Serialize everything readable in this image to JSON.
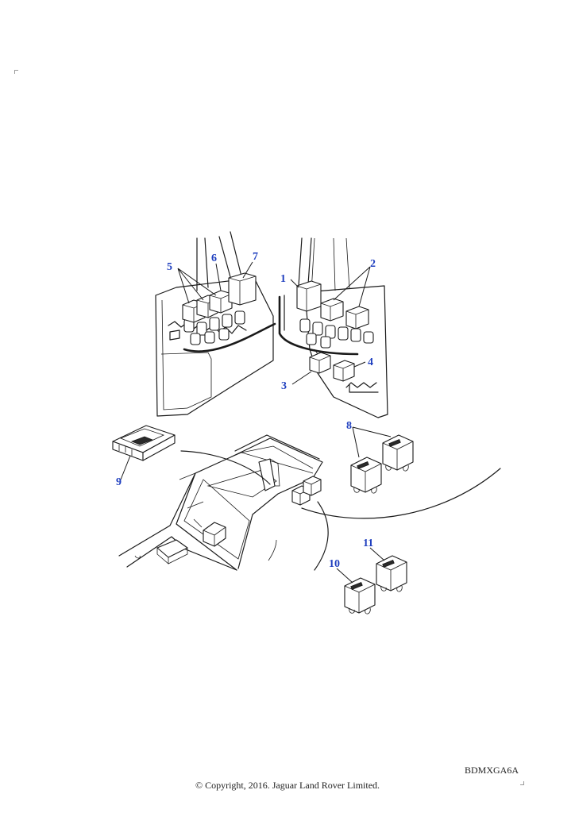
{
  "diagram": {
    "callouts": [
      {
        "id": "1",
        "label": "1"
      },
      {
        "id": "2",
        "label": "2"
      },
      {
        "id": "3",
        "label": "3"
      },
      {
        "id": "4",
        "label": "4"
      },
      {
        "id": "5",
        "label": "5"
      },
      {
        "id": "6",
        "label": "6"
      },
      {
        "id": "7",
        "label": "7"
      },
      {
        "id": "8",
        "label": "8"
      },
      {
        "id": "9",
        "label": "9"
      },
      {
        "id": "10",
        "label": "10"
      },
      {
        "id": "11",
        "label": "11"
      }
    ]
  },
  "footer": {
    "reference_code": "BDMXGA6A",
    "copyright": "© Copyright, 2016. Jaguar Land Rover Limited."
  }
}
